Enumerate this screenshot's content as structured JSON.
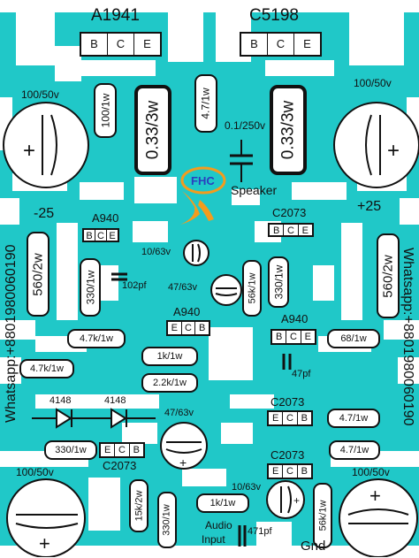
{
  "transistors": {
    "q1": {
      "part": "A1941",
      "pins": [
        "B",
        "C",
        "E"
      ]
    },
    "q2": {
      "part": "C5198",
      "pins": [
        "B",
        "C",
        "E"
      ]
    },
    "q3": {
      "part": "A940",
      "pins": [
        "B",
        "C",
        "E"
      ]
    },
    "q4": {
      "part": "C2073",
      "pins": [
        "B",
        "C",
        "E"
      ]
    },
    "q5": {
      "part": "A940",
      "pins": [
        "E",
        "C",
        "B"
      ]
    },
    "q6": {
      "part": "A940",
      "pins": [
        "B",
        "C",
        "E"
      ]
    },
    "q7": {
      "part": "C2073",
      "pins": [
        "E",
        "C",
        "B"
      ]
    },
    "q8": {
      "part": "C2073",
      "pins": [
        "E",
        "C",
        "B"
      ]
    },
    "q9": {
      "part": "C2073",
      "pins": [
        "E",
        "C",
        "B"
      ]
    }
  },
  "resistors": {
    "r_100_1w": "100/1w",
    "r_033_left": "0.33/3w",
    "r_47_1w_top": "4.7/1w",
    "r_033_right": "0.33/3w",
    "r_560_left": "560/2w",
    "r_330_left": "330/1w",
    "r_56k_mid": "56k/1w",
    "r_330_mid": "330/1w",
    "r_560_right": "560/2w",
    "r_47k_a": "4.7k/1w",
    "r_1k_a": "1k/1w",
    "r_47k_b": "4.7k/1w",
    "r_22k": "2.2k/1w",
    "r_68": "68/1w",
    "r_330_h": "330/1w",
    "r_47_1w_r1": "4.7/1w",
    "r_47_1w_r2": "4.7/1w",
    "r_15k": "15k/2w",
    "r_330_bottom": "330/1w",
    "r_1k_b": "1k/1w",
    "r_56k_bottom": "56k/1w"
  },
  "capacitors": {
    "c_big_tl": "100/50v",
    "c_big_tr": "100/50v",
    "c_big_bl": "100/50v",
    "c_big_br": "100/50v",
    "c_speaker": "0.1/250v",
    "c_10_63_top": "10/63v",
    "c_102pf": "102pf",
    "c_47_63_mid": "47/63v",
    "c_47pf": "47pf",
    "c_47_63_low": "47/63v",
    "c_10_63_bottom": "10/63v",
    "c_471pf": "471pf"
  },
  "diodes": {
    "d1": "4148",
    "d2": "4148"
  },
  "labels": {
    "speaker": "Speaker",
    "neg_rail": "-25",
    "pos_rail": "+25",
    "audio_input_line1": "Audio",
    "audio_input_line2": "Input",
    "gnd": "Gnd",
    "whatsapp": "Whatsapp:+8801980060190",
    "logo_text": "FHC",
    "plus_sign": "+"
  },
  "colors": {
    "board": "#20c8c8",
    "trace": "#ffffff",
    "ink": "#111111",
    "logo_orange": "#f39c1e",
    "logo_blue": "#2a3fbf"
  }
}
